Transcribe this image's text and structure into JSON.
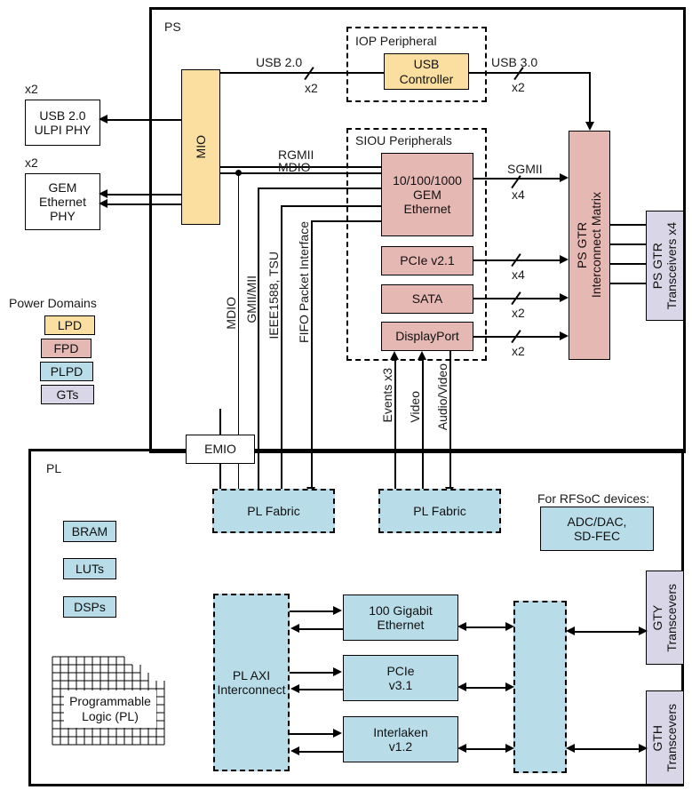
{
  "diagram": {
    "ps_label": "PS",
    "pl_label": "PL"
  },
  "ps": {
    "mio": "MIO",
    "emio": "EMIO",
    "iop_group_label": "IOP Peripheral",
    "siou_group_label": "SIOU Peripherals",
    "usb_controller": "USB\nController",
    "gem_ethernet": "10/100/1000\nGEM\nEthernet",
    "pcie": "PCIe v2.1",
    "sata": "SATA",
    "displayport": "DisplayPort",
    "gtr_matrix": "PS GTR\nInterconnect Matrix",
    "gtr_transceivers": "PS GTR\nTransceivers x4"
  },
  "external_phys": [
    {
      "label": "USB 2.0\nULPI PHY",
      "multiplier": "x2"
    },
    {
      "label": "GEM\nEthernet\nPHY",
      "multiplier": "x2"
    }
  ],
  "ps_signals": {
    "usb20": "USB 2.0",
    "usb20_width": "x2",
    "usb30": "USB 3.0",
    "usb30_width": "x2",
    "rgmii": "RGMII",
    "mdio_top": "MDIO",
    "sgmii": "SGMII",
    "sgmii_width": "x4",
    "pcie_width": "x4",
    "sata_width": "x2",
    "displayport_width": "x2"
  },
  "vertical_signals": [
    "MDIO",
    "GMII/MII",
    "IEEE1588, TSU",
    "FIFO Packet Interface"
  ],
  "dp_signals": [
    "Events x3",
    "Video",
    "Audio/Video"
  ],
  "power_domains": {
    "title": "Power Domains",
    "items": [
      {
        "label": "LPD",
        "color": "#FADFA0"
      },
      {
        "label": "FPD",
        "color": "#E6B8B4"
      },
      {
        "label": "PLPD",
        "color": "#B8DCE8"
      },
      {
        "label": "GTs",
        "color": "#D9D6E8"
      }
    ]
  },
  "pl": {
    "resources": [
      "BRAM",
      "LUTs",
      "DSPs"
    ],
    "fabric_top": "PL Fabric",
    "fabric_dp": "PL Fabric",
    "programmable_logic": "Programmable\nLogic (PL)",
    "rfsoc_note": "For RFSoC devices:",
    "rfsoc_block": "ADC/DAC,\nSD-FEC",
    "axi_interconnect": "PL AXI\nInterconnect",
    "ip_blocks": [
      "100 Gigabit\nEthernet",
      "PCIe\nv3.1",
      "Interlaken\nv1.2"
    ],
    "pl_gt_bridge": "",
    "transceivers": [
      "GTY\nTranscevers",
      "GTH\nTranscevers"
    ]
  },
  "colors": {
    "lpd": "#FADFA0",
    "fpd": "#E6B8B4",
    "plpd": "#B8DCE8",
    "gts": "#D9D6E8",
    "outline": "#000000",
    "background": "#FFFFFF"
  }
}
